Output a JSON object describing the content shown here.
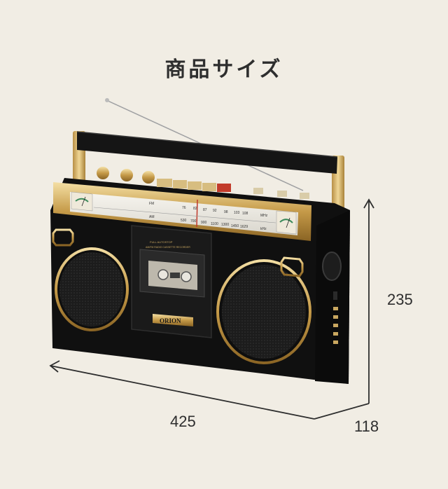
{
  "title": "商品サイズ",
  "dimensions": {
    "width": "425",
    "height": "235",
    "depth": "118"
  },
  "product": {
    "brand": "ORION",
    "band_fm": "FM",
    "band_am": "AM",
    "unit_mhz": "MHz",
    "unit_khz": "kHz",
    "fm_scale": [
      "76",
      "82",
      "87",
      "92",
      "98",
      "103",
      "108"
    ],
    "am_scale": [
      "530",
      "700",
      "900",
      "1100",
      "1300",
      "1450",
      "1629"
    ],
    "deck_label": "FULL AUTOSTOP",
    "deck_sub": "AM/FM RADIO CASSETTE RECORDER"
  }
}
